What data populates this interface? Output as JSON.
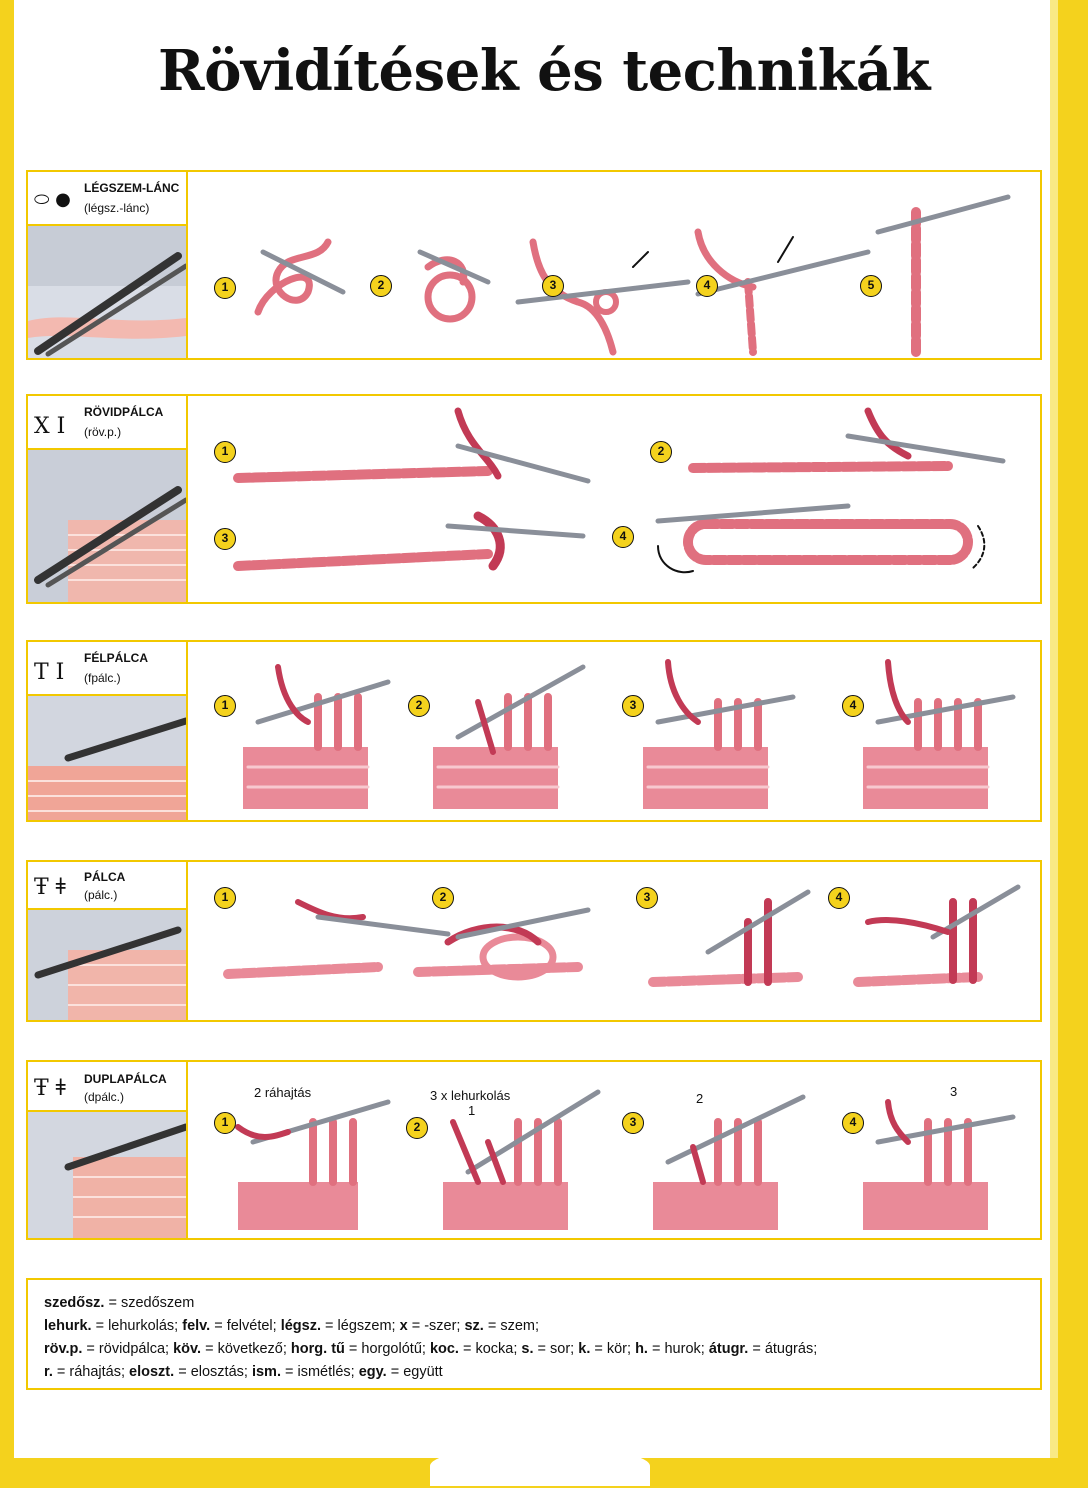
{
  "title": "Rövidítések és technikák",
  "colors": {
    "frame": "#f4d21d",
    "border": "#f2c800",
    "yarn": "#e0707f",
    "yarn_dark": "#c23a55",
    "hook": "#8a8f99",
    "badge": "#f4d21d"
  },
  "sections": [
    {
      "id": "legszem",
      "symbol": "⬭ ●",
      "name": "LÉGSZEM-LÁNC",
      "abbr": "(légsz.-lánc)",
      "steps": [
        "1",
        "2",
        "3",
        "4",
        "5"
      ]
    },
    {
      "id": "rovidpalca",
      "symbol": "X I",
      "name": "RÖVIDPÁLCA",
      "abbr": "(röv.p.)",
      "steps": [
        "1",
        "2",
        "3",
        "4"
      ]
    },
    {
      "id": "felpalca",
      "symbol": "T I",
      "name": "FÉLPÁLCA",
      "abbr": "(fpálc.)",
      "steps": [
        "1",
        "2",
        "3",
        "4"
      ]
    },
    {
      "id": "palca",
      "symbol": "Ŧ ǂ",
      "name": "PÁLCA",
      "abbr": "(pálc.)",
      "steps": [
        "1",
        "2",
        "3",
        "4"
      ]
    },
    {
      "id": "duplapalca",
      "symbol": "Ŧ ǂ",
      "name": "DUPLAPÁLCA",
      "abbr": "(dpálc.)",
      "steps": [
        "1",
        "2",
        "3",
        "4"
      ],
      "annotations": {
        "a1": "2 ráhajtás",
        "a2": "3 x lehurkolás",
        "n1": "1",
        "n2": "2",
        "n3": "3"
      }
    }
  ],
  "abbreviations": [
    [
      {
        "k": "szedősz.",
        "v": " = szedőszem"
      }
    ],
    [
      {
        "k": "lehurk.",
        "v": " = lehurkolás; "
      },
      {
        "k": "felv.",
        "v": " = felvétel; "
      },
      {
        "k": "légsz.",
        "v": " = légszem; "
      },
      {
        "k": "x",
        "v": " = -szer; "
      },
      {
        "k": "sz.",
        "v": " = szem;"
      }
    ],
    [
      {
        "k": "röv.p.",
        "v": " = rövidpálca; "
      },
      {
        "k": "köv.",
        "v": " = következő; "
      },
      {
        "k": "horg. tű",
        "v": " = horgolótű; "
      },
      {
        "k": "koc.",
        "v": " = kocka; "
      },
      {
        "k": "s.",
        "v": " = sor; "
      },
      {
        "k": "k.",
        "v": " = kör; "
      },
      {
        "k": "h.",
        "v": " = hurok; "
      },
      {
        "k": "átugr.",
        "v": " = átugrás;"
      }
    ],
    [
      {
        "k": "r.",
        "v": " = ráhajtás; "
      },
      {
        "k": "eloszt.",
        "v": " = elosztás; "
      },
      {
        "k": "ism.",
        "v": " = ismétlés; "
      },
      {
        "k": "egy.",
        "v": " = együtt"
      }
    ]
  ]
}
